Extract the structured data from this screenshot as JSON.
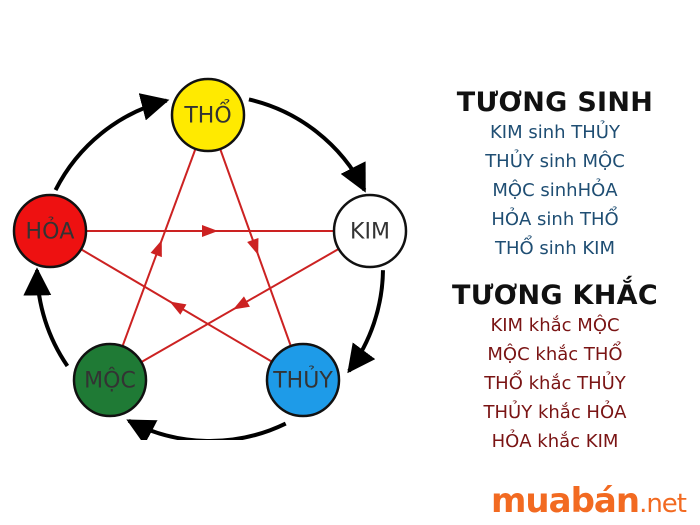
{
  "diagram": {
    "nodes": [
      {
        "id": "tho",
        "label": "THỔ",
        "fill": "#ffea00",
        "text": "#333333"
      },
      {
        "id": "kim",
        "label": "KIM",
        "fill": "#ffffff",
        "text": "#333333"
      },
      {
        "id": "thuy",
        "label": "THỦY",
        "fill": "#1e9be8",
        "text": "#333333"
      },
      {
        "id": "moc",
        "label": "MỘC",
        "fill": "#1f7a35",
        "text": "#333333"
      },
      {
        "id": "hoa",
        "label": "HỎA",
        "fill": "#ee1111",
        "text": "#333333"
      }
    ],
    "generating_cycle": [
      [
        "tho",
        "kim"
      ],
      [
        "kim",
        "thuy"
      ],
      [
        "thuy",
        "moc"
      ],
      [
        "moc",
        "hoa"
      ],
      [
        "hoa",
        "tho"
      ]
    ],
    "overcoming_cycle": [
      [
        "kim",
        "moc"
      ],
      [
        "moc",
        "tho"
      ],
      [
        "tho",
        "thuy"
      ],
      [
        "thuy",
        "hoa"
      ],
      [
        "hoa",
        "kim"
      ]
    ],
    "colors": {
      "cycle": "#000000",
      "star": "#cc2222"
    }
  },
  "tuong_sinh": {
    "title": "TƯƠNG SINH",
    "items": [
      "KIM sinh THỦY",
      "THỦY sinh MỘC",
      "MỘC sinhHỎA",
      "HỎA sinh THỔ",
      "THỔ sinh KIM"
    ]
  },
  "tuong_khac": {
    "title": "TƯƠNG KHẮC",
    "items": [
      "KIM khắc MỘC",
      "MỘC khắc THỔ",
      "THỔ khắc THỦY",
      "THỦY khắc HỎA",
      "HỎA khắc KIM"
    ]
  },
  "logo": {
    "main": "muabán",
    "tld": ".net"
  }
}
